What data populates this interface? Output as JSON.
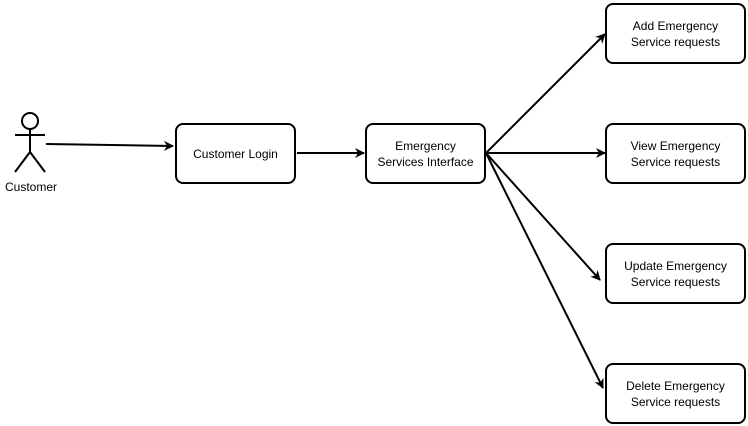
{
  "actor": {
    "label": "Customer"
  },
  "nodes": {
    "login": "Customer Login",
    "interface": "Emergency\nServices Interface",
    "add": "Add Emergency\nService requests",
    "view": "View Emergency\nService requests",
    "update": "Update Emergency\nService requests",
    "delete": "Delete Emergency\nService requests"
  },
  "colors": {
    "stroke": "#000000",
    "fill": "#ffffff"
  }
}
